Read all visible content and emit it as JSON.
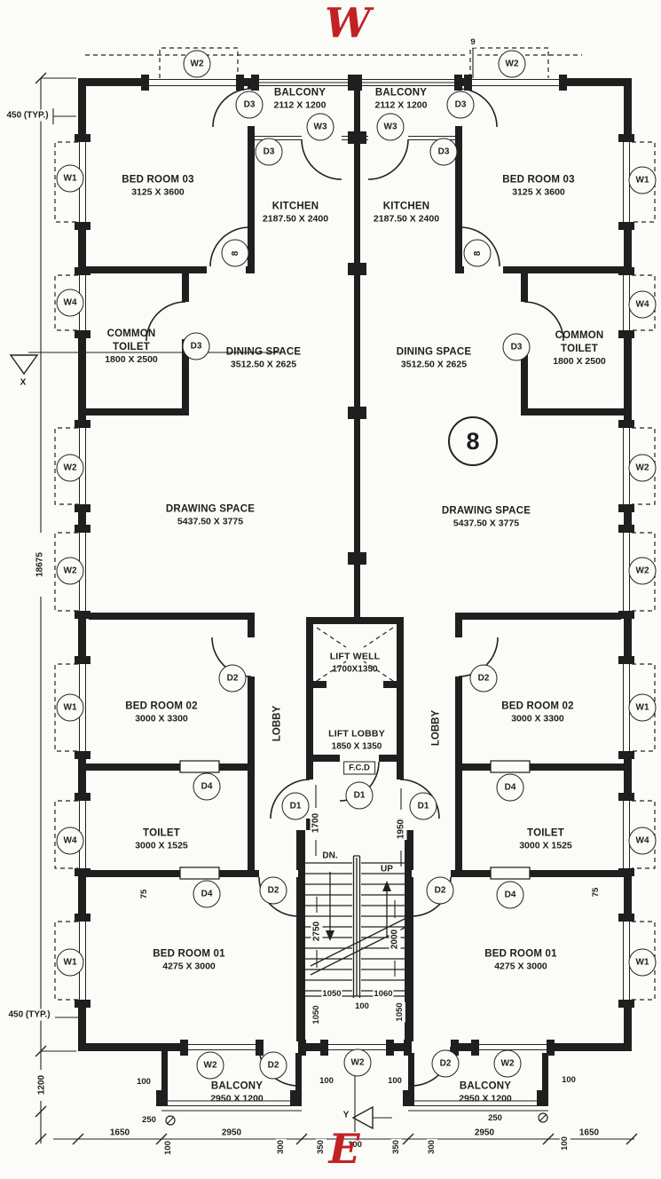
{
  "compass": {
    "west": "W",
    "east": "E"
  },
  "rooms": {
    "balcony_top": {
      "name": "BALCONY",
      "dims": "2112 X 1200"
    },
    "bedroom03": {
      "name": "BED ROOM 03",
      "dims": "3125 X 3600"
    },
    "kitchen": {
      "name": "KITCHEN",
      "dims": "2187.50 X 2400"
    },
    "common_toilet": {
      "name1": "COMMON",
      "name2": "TOILET",
      "dims": "1800 X 2500"
    },
    "dining": {
      "name": "DINING SPACE",
      "dims": "3512.50 X 2625"
    },
    "drawing": {
      "name": "DRAWING SPACE",
      "dims": "5437.50 X 3775"
    },
    "bedroom02": {
      "name": "BED ROOM 02",
      "dims": "3000 X 3300"
    },
    "toilet": {
      "name": "TOILET",
      "dims": "3000 X 1525"
    },
    "bedroom01": {
      "name": "BED ROOM 01",
      "dims": "4275 X 3000"
    },
    "balcony_bottom": {
      "name": "BALCONY",
      "dims": "2950 X 1200"
    },
    "lift_well": {
      "name": "LIFT WELL",
      "dims": "1700X1350"
    },
    "lift_lobby": {
      "name": "LIFT LOBBY",
      "dims": "1850 X 1350"
    },
    "lobby": "LOBBY",
    "fcd": "F.C.D"
  },
  "stairs": {
    "up": "UP",
    "down": "DN."
  },
  "tags": {
    "d1": "D1",
    "d2": "D2",
    "d3": "D3",
    "d4": "D4",
    "w1": "W1",
    "w2": "W2",
    "w3": "W3",
    "w4": "W4",
    "door8": "8"
  },
  "markers": {
    "x": "X",
    "y": "Y",
    "nine": "9",
    "unit_number": "8"
  },
  "dims": {
    "typ450": "450 (TYP.)",
    "total_height": "18675",
    "balcony_1200": "1200",
    "n1650": "1650",
    "n2950": "2950",
    "n100": "100",
    "n250": "250",
    "n300": "300",
    "n350": "350",
    "n75": "75",
    "s1700": "1700",
    "s1950": "1950",
    "s2750": "2750",
    "s2000": "2000",
    "s1050": "1050",
    "s1060": "1060"
  },
  "colors": {
    "compass_red": "#c22126",
    "ink": "#222222",
    "paper": "#fbfbf8"
  }
}
